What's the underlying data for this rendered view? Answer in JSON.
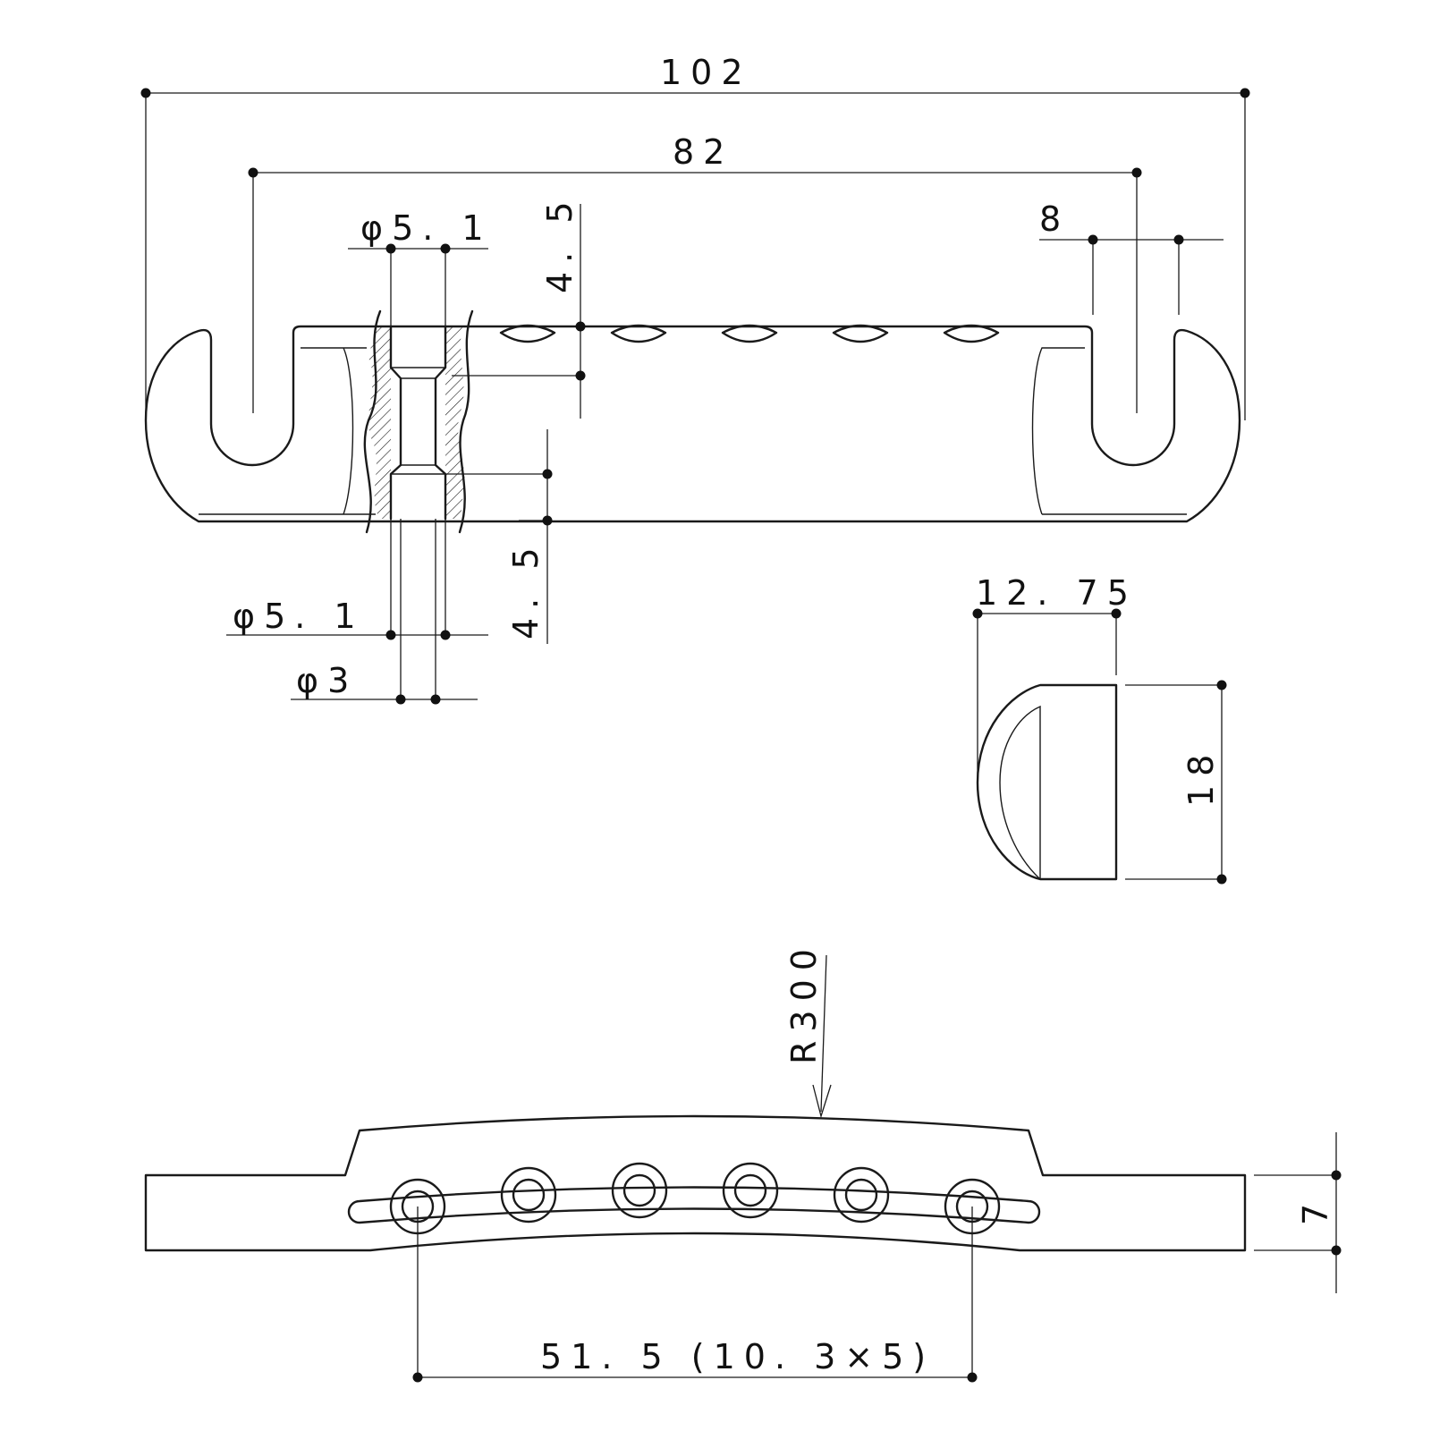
{
  "views": {
    "top": {
      "overall_length": "102",
      "post_spacing": "82",
      "slot_width": "8",
      "upper_bore_diameter": "φ5. 1",
      "upper_bore_depth": "4. 5",
      "lower_bore_diameter": "φ5. 1",
      "lower_bore_depth": "4. 5",
      "through_hole_diameter": "φ3"
    },
    "side": {
      "depth": "12. 75",
      "height": "18"
    },
    "front": {
      "top_radius": "R300",
      "thickness": "7",
      "string_spacing": "51. 5 (10. 3×5)"
    }
  },
  "colors": {
    "line": "#1a1a1a",
    "background": "#ffffff"
  }
}
